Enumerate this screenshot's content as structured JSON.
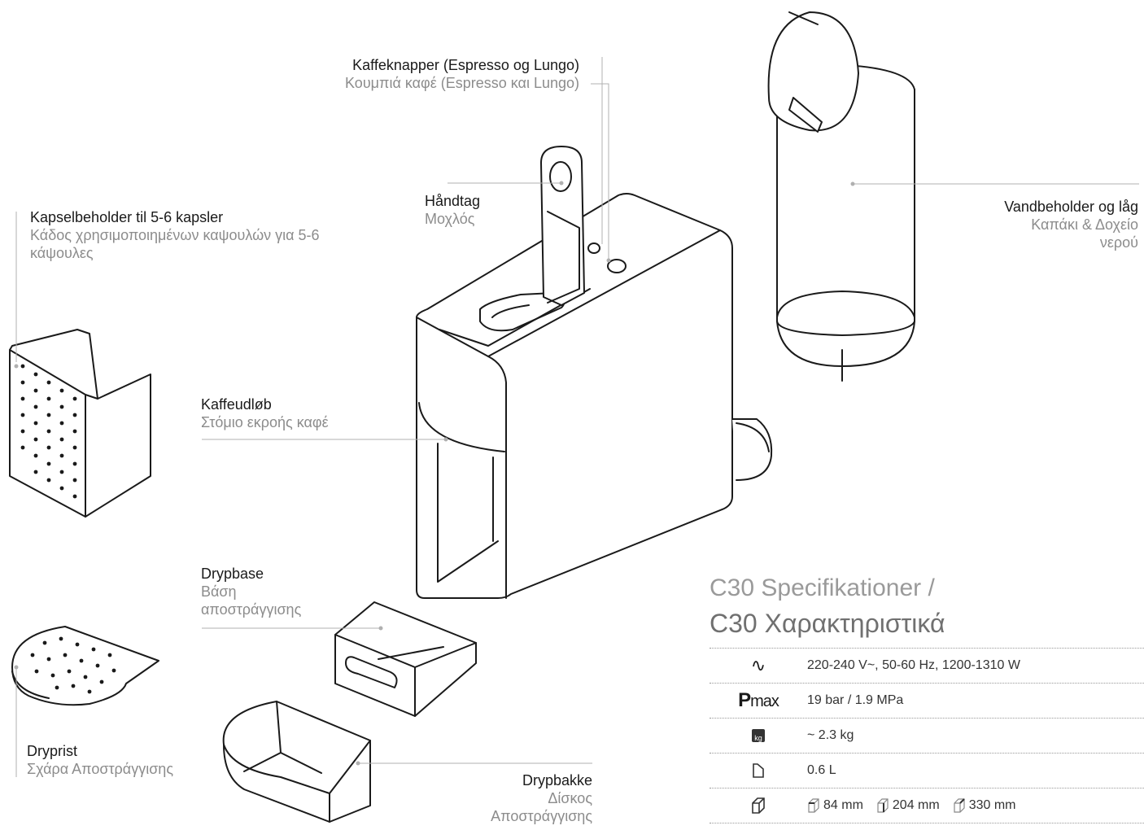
{
  "labels": {
    "buttons": {
      "main": "Kaffeknapper (Espresso og Lungo)",
      "sub": "Κουμπιά καφέ (Espresso και Lungo)"
    },
    "lever": {
      "main": "Håndtag",
      "sub": "Μοχλός"
    },
    "capsule": {
      "main": "Kapselbeholder til 5-6 kapsler",
      "sub": "Κάδος χρησιμοποιημένων καψουλών για 5-6 κάψουλες"
    },
    "tank": {
      "main": "Vandbeholder og låg",
      "sub": "Καπάκι & Δοχείο νερού"
    },
    "outlet": {
      "main": "Kaffeudløb",
      "sub": "Στόμιο εκροής καφέ"
    },
    "dripbase": {
      "main": "Drypbase",
      "sub": "Βάση αποστράγγισης"
    },
    "dripgrid": {
      "main": "Dryprist",
      "sub": "Σχάρα Αποστράγγισης"
    },
    "driptray": {
      "main": "Drypbakke",
      "sub": "Δίσκος Αποστράγγισης"
    }
  },
  "specs": {
    "title1": "C30 Specifikationer /",
    "title2": "C30 Χαρακτηριστικά",
    "rows": [
      {
        "icon": "alternating-current-icon",
        "symbol": "∿",
        "value": "220-240 V~, 50-60 Hz, 1200-1310 W"
      },
      {
        "icon": "pressure-icon",
        "symbol": "P",
        "symbol_sub": "max",
        "value": "19 bar / 1.9 MPa"
      },
      {
        "icon": "weight-icon",
        "symbol": "kg",
        "value": "~ 2.3 kg"
      },
      {
        "icon": "water-tank-icon",
        "value": "0.6 L"
      },
      {
        "icon": "dimensions-icon",
        "width": "84 mm",
        "height": "204 mm",
        "depth": "330 mm"
      }
    ]
  }
}
